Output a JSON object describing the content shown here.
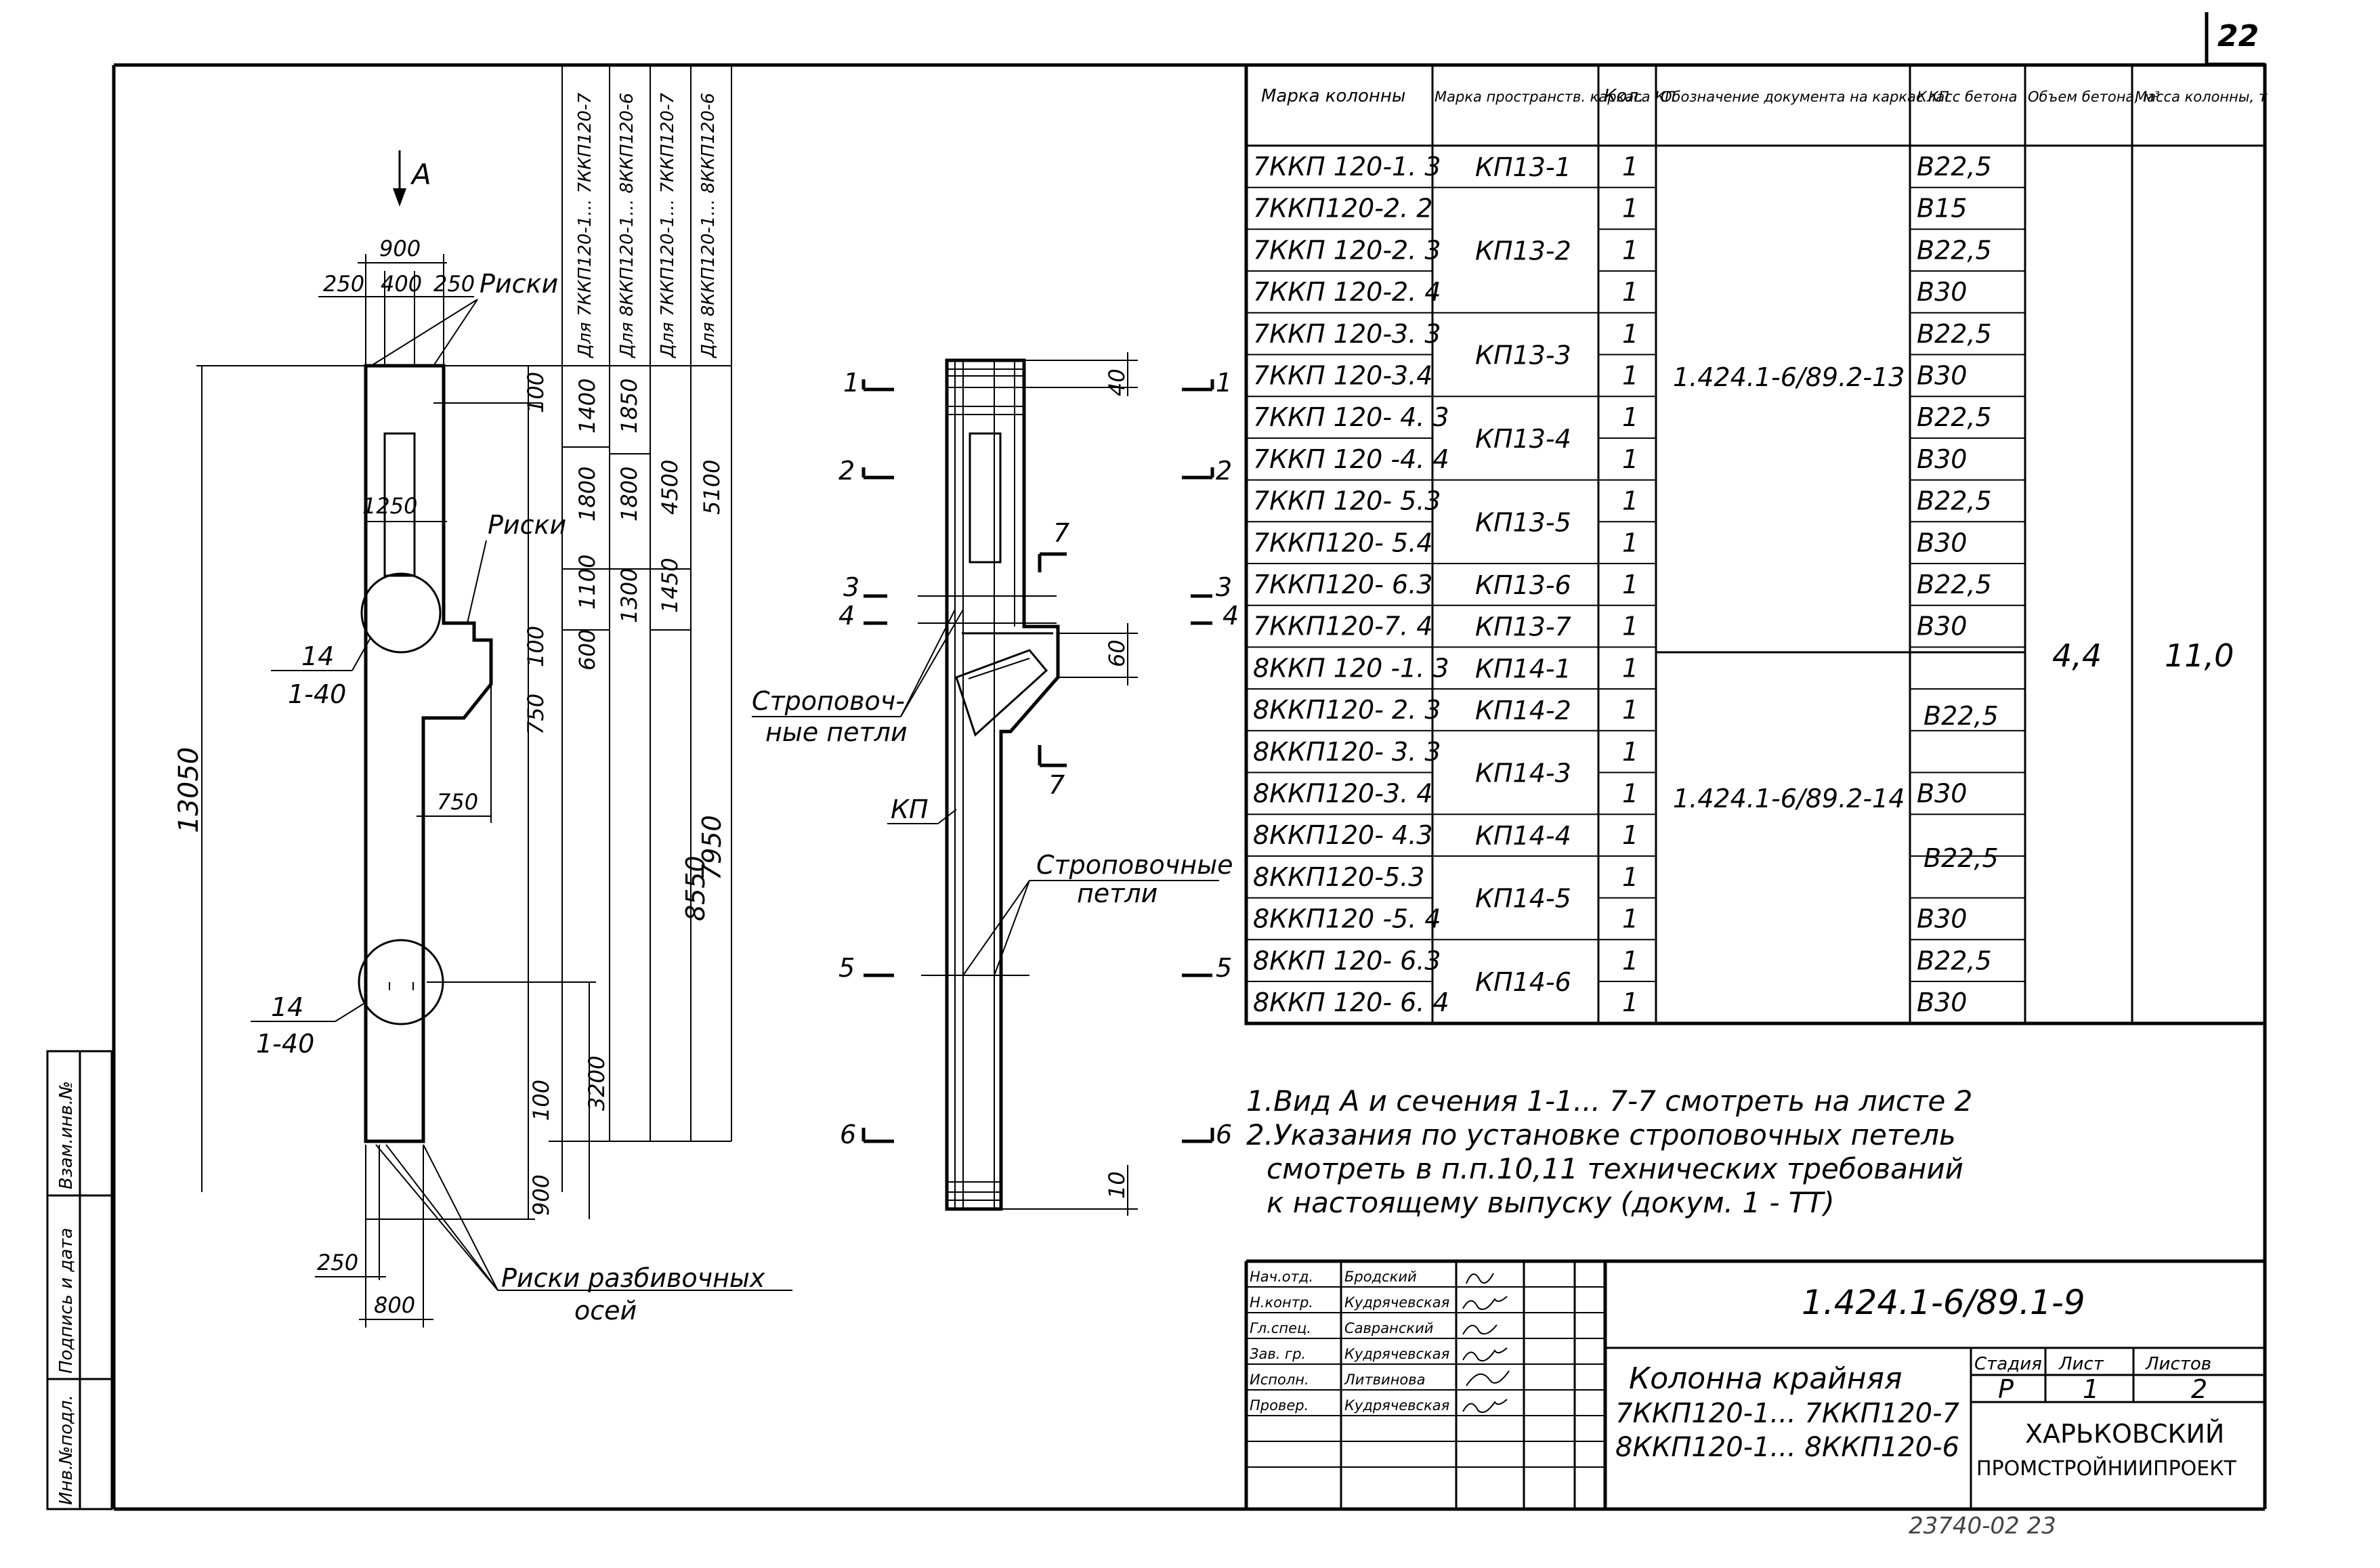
{
  "sheet_number": "22",
  "stamp": "23740-02    23",
  "side_stamp": [
    "Инв.№подл.",
    "Подпись и дата",
    "Взам.инв.№"
  ],
  "elevation": {
    "view_label": "А",
    "dims_top": [
      "900",
      "250",
      "400",
      "250"
    ],
    "riski_top": "Риски",
    "riski_mid": "Риски",
    "vert_dims": [
      "100",
      "1250",
      "100",
      "750",
      "13050",
      "3200",
      "100",
      "900"
    ],
    "horiz_dims": [
      "750",
      "250",
      "800"
    ],
    "node1": [
      "14",
      "1-40"
    ],
    "node2": [
      "14",
      "1-40"
    ],
    "riski_bottom": [
      "Риски разбивочных",
      "осей"
    ],
    "col_headers": [
      "Для 7ККП120-1... 7ККП120-7",
      "Для 8ККП120-1... 8ККП120-6",
      "Для 7ККП120-1... 7ККП120-7",
      "Для 8ККП120-1... 8ККП120-6"
    ],
    "col1": [
      "1400",
      "1800",
      "1100",
      "600"
    ],
    "col2": [
      "1850",
      "1800",
      "1300"
    ],
    "col3": [
      "4500",
      "1450",
      "8550"
    ],
    "col4": [
      "5100",
      "7950"
    ]
  },
  "section": {
    "cut_labels": [
      "1",
      "2",
      "3",
      "4",
      "5",
      "6"
    ],
    "cut7": "7",
    "dims": [
      "40",
      "60",
      "10"
    ],
    "strop1": [
      "Строповоч-",
      "ные петли"
    ],
    "kp": "КП",
    "strop2": [
      "Строповочные",
      "петли"
    ]
  },
  "table": {
    "headers": [
      "Марка колонны",
      "Марка пространств. каркаса КП",
      "Кол.",
      "Обозначение документа на каркас КП",
      "Класс бетона",
      "Объем бетона, м³",
      "Масса колонны, т"
    ],
    "rows": [
      {
        "mark": "7ККП 120-1. 3",
        "qty": "1",
        "cls": "B22,5"
      },
      {
        "mark": "7ККП120-2. 2",
        "qty": "1",
        "cls": "B15"
      },
      {
        "mark": "7ККП 120-2. 3",
        "qty": "1",
        "cls": "B22,5"
      },
      {
        "mark": "7ККП 120-2. 4",
        "qty": "1",
        "cls": "B30"
      },
      {
        "mark": "7ККП 120-3. 3",
        "qty": "1",
        "cls": "B22,5"
      },
      {
        "mark": "7ККП 120-3.4",
        "qty": "1",
        "cls": "B30"
      },
      {
        "mark": "7ККП 120- 4. 3",
        "qty": "1",
        "cls": "B22,5"
      },
      {
        "mark": "7ККП 120 -4. 4",
        "qty": "1",
        "cls": "B30"
      },
      {
        "mark": "7ККП 120- 5.3",
        "qty": "1",
        "cls": "B22,5"
      },
      {
        "mark": "7ККП120- 5.4",
        "qty": "1",
        "cls": "B30"
      },
      {
        "mark": "7ККП120- 6.3",
        "qty": "1",
        "cls": "B22,5"
      },
      {
        "mark": "7ККП120-7. 4",
        "qty": "1",
        "cls": "B30"
      },
      {
        "mark": "8ККП 120 -1. 3",
        "qty": "1",
        "cls": ""
      },
      {
        "mark": "8ККП120- 2. 3",
        "qty": "1",
        "cls": ""
      },
      {
        "mark": "8ККП120- 3. 3",
        "qty": "1",
        "cls": ""
      },
      {
        "mark": "8ККП120-3. 4",
        "qty": "1",
        "cls": "B30"
      },
      {
        "mark": "8ККП120- 4.3",
        "qty": "1",
        "cls": ""
      },
      {
        "mark": "8ККП120-5.3",
        "qty": "1",
        "cls": ""
      },
      {
        "mark": "8ККП120 -5. 4",
        "qty": "1",
        "cls": "B30"
      },
      {
        "mark": "8ККП 120- 6.3",
        "qty": "1",
        "cls": "B22,5"
      },
      {
        "mark": "8ККП 120- 6. 4",
        "qty": "1",
        "cls": "B30"
      }
    ],
    "kp_groups": [
      "КП13-1",
      "КП13-2",
      "КП13-3",
      "КП13-4",
      "КП13-5",
      "КП13-6",
      "КП13-7",
      "КП14-1",
      "КП14-2",
      "КП14-3",
      "КП14-4",
      "КП14-5",
      "КП14-6"
    ],
    "doc1": "1.424.1-6/89.2-13",
    "doc2": "1.424.1-6/89.2-14",
    "class_merged": [
      "B22,5",
      "B22,5"
    ],
    "volume": "4,4",
    "mass": "11,0"
  },
  "notes": [
    "1.Вид А и сечения 1-1... 7-7 смотреть на листе 2",
    "2.Указания по установке строповочных петель",
    "смотреть в п.п.10,11 технических требований",
    "к настоящему выпуску (докум. 1 - ТТ)"
  ],
  "title_block": {
    "roles": [
      "Нач.отд.",
      "Н.контр.",
      "Гл.спец.",
      "Зав. гр.",
      "Исполн.",
      "Провер."
    ],
    "names": [
      "Бродский",
      "Кудрячевская",
      "Савранский",
      "Кудрячевская",
      "Литвинова",
      "Кудрячевская"
    ],
    "doc_code": "1.424.1-6/89.1-9",
    "title": [
      "Колонна крайняя",
      "7ККП120-1... 7ККП120-7",
      "8ККП120-1... 8ККП120-6"
    ],
    "stage_h": "Стадия",
    "sheet_h": "Лист",
    "sheets_h": "Листов",
    "stage": "Р",
    "sheet": "1",
    "sheets": "2",
    "org": [
      "ХАРЬКОВСКИЙ",
      "ПРОМСТРОЙНИИПРОЕКТ"
    ]
  }
}
